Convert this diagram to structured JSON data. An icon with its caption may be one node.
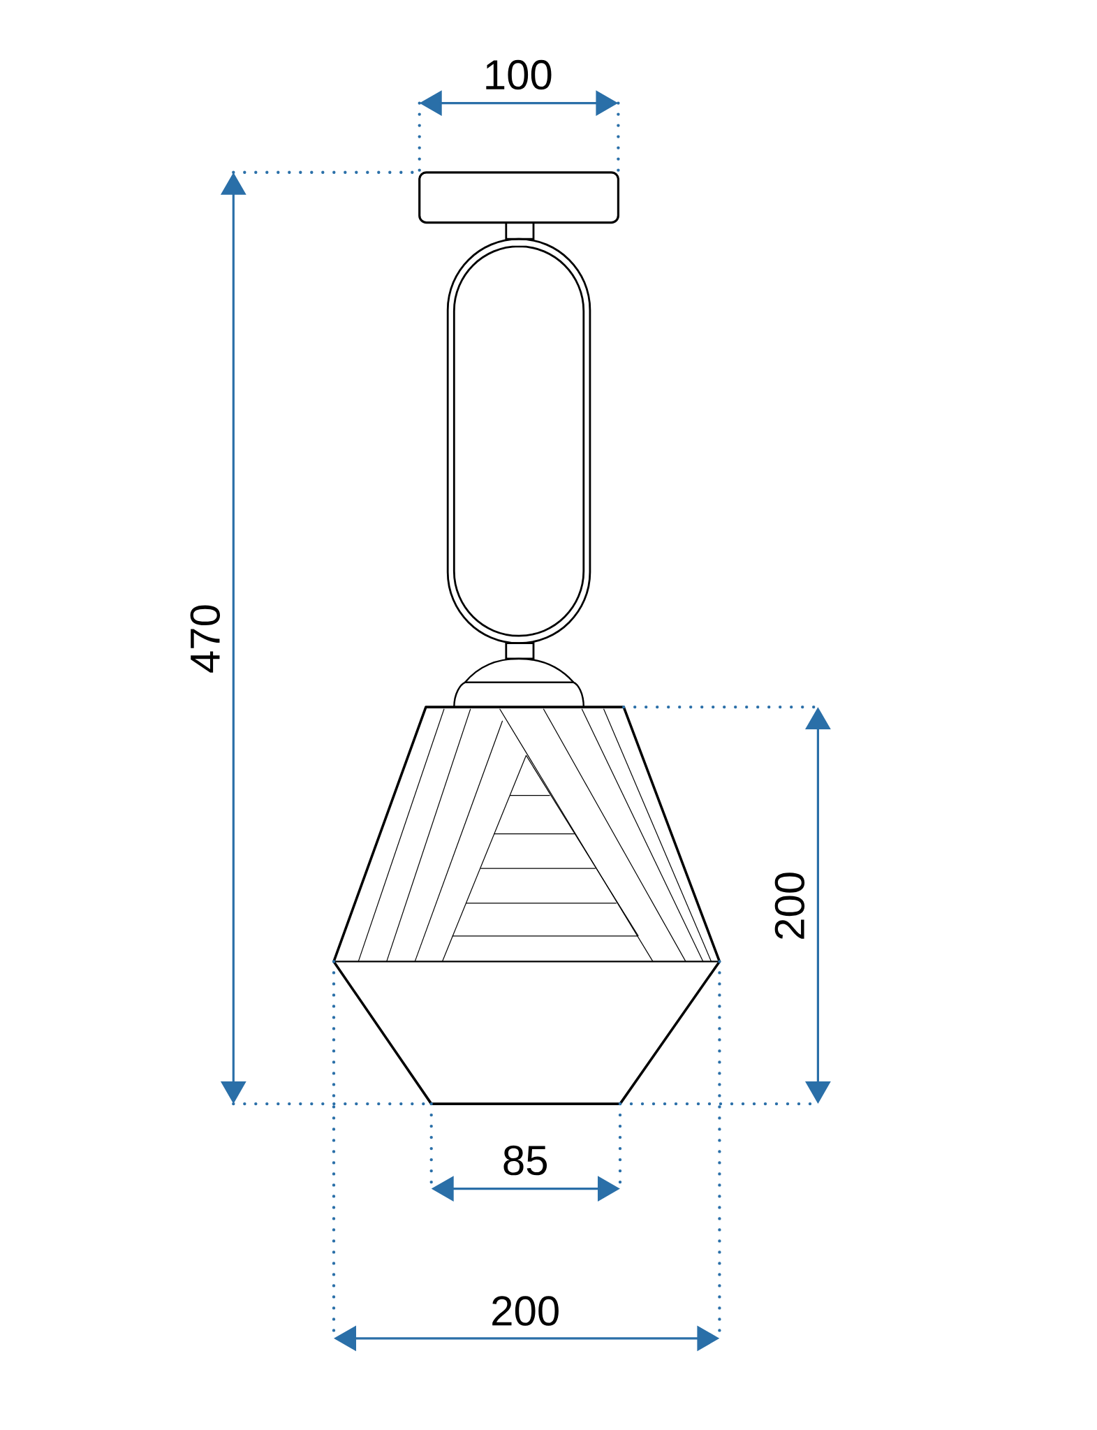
{
  "diagram": {
    "labels": [
      "100",
      "470",
      "200",
      "85",
      "200"
    ]
  }
}
